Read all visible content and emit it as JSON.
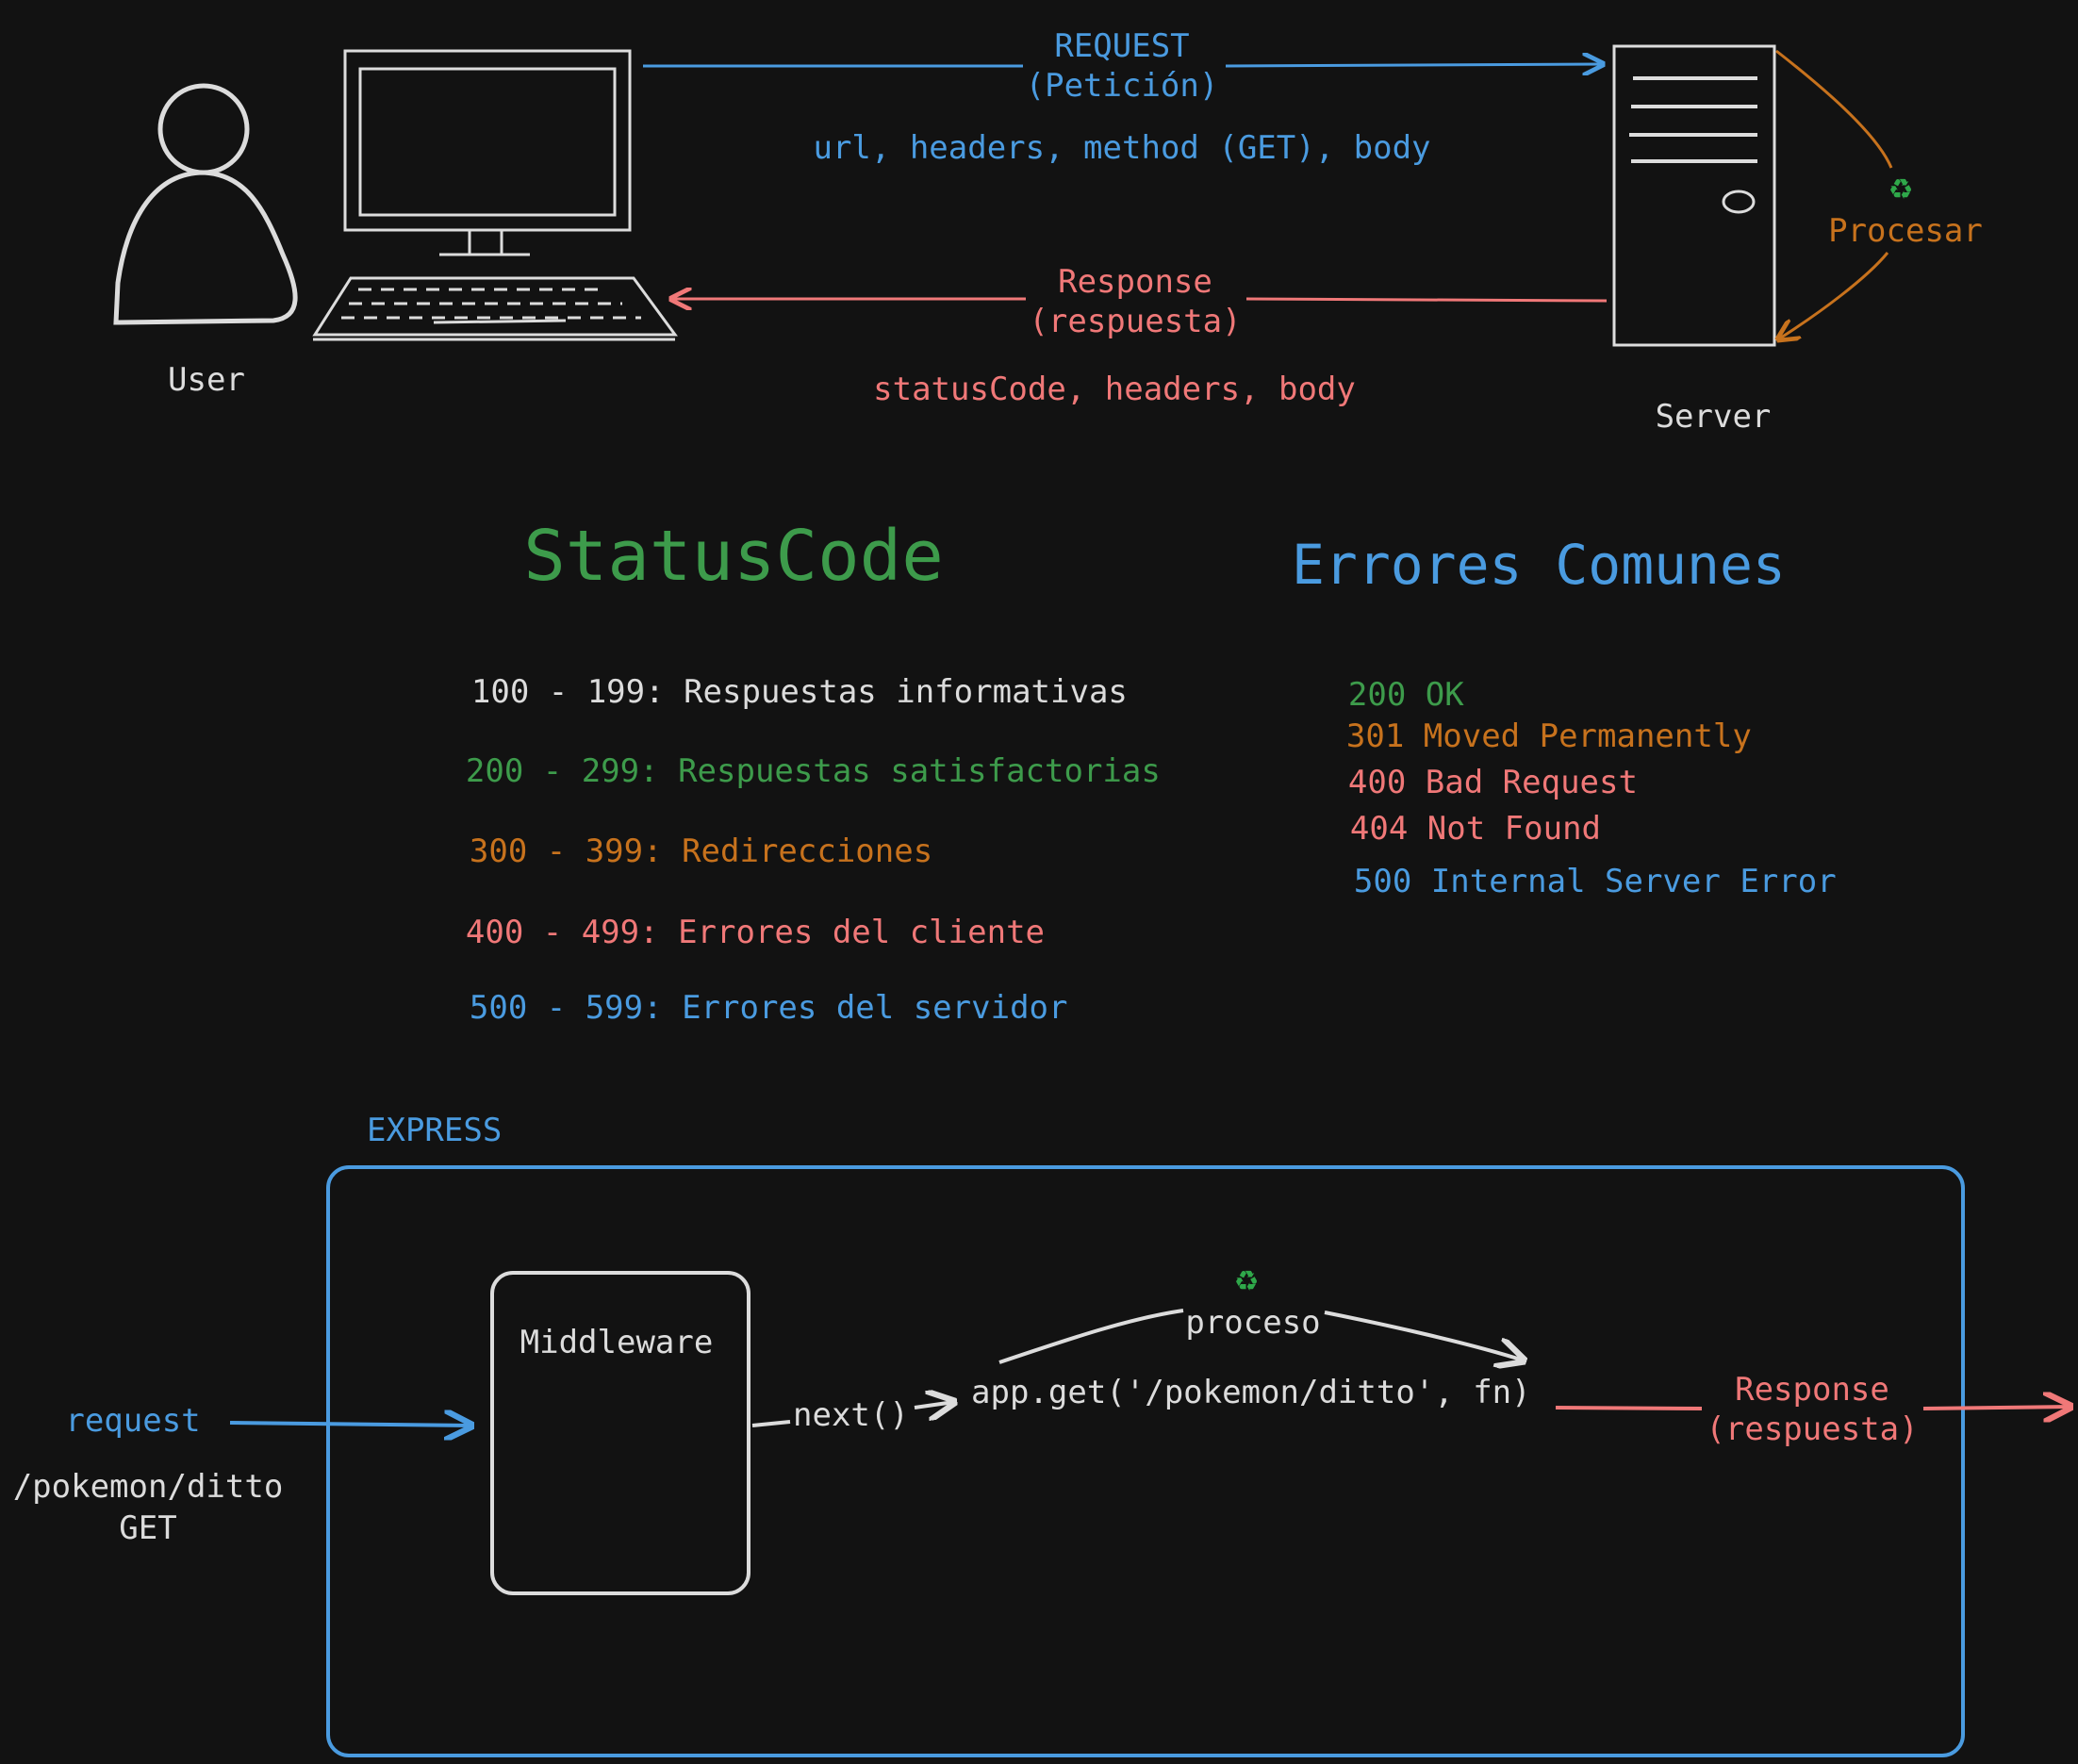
{
  "colors": {
    "background": "#121212",
    "request": "#4a9be0",
    "response": "#f07878",
    "process": "#c7721d",
    "success": "#3d9b4b",
    "neutral": "#dcdcdc"
  },
  "icons": [
    "user-icon",
    "computer-icon",
    "server-icon",
    "recycle-icon"
  ],
  "top": {
    "user_label": "User",
    "server_label": "Server",
    "request_label": "REQUEST",
    "request_sub": "(Petición)",
    "request_fields": "url, headers, method (GET), body",
    "response_label": "Response",
    "response_sub": "(respuesta)",
    "response_fields": "statusCode, headers, body",
    "process_label": "Procesar",
    "process_icon": "♻"
  },
  "status_code": {
    "title": "StatusCode",
    "ranges": [
      {
        "range": "100 - 199:",
        "text": "Respuestas informativas"
      },
      {
        "range": "200 - 299:",
        "text": "Respuestas satisfactorias"
      },
      {
        "range": "300 - 399:",
        "text": "Redirecciones"
      },
      {
        "range": "400 - 499:",
        "text": "Errores del cliente"
      },
      {
        "range": "500 - 599:",
        "text": "Errores del servidor"
      }
    ]
  },
  "common_errors": {
    "title": "Errores Comunes",
    "items": [
      {
        "code": "200",
        "text": "OK"
      },
      {
        "code": "301",
        "text": "Moved Permanently"
      },
      {
        "code": "400",
        "text": "Bad Request"
      },
      {
        "code": "404",
        "text": "Not Found"
      },
      {
        "code": "500",
        "text": "Internal Server Error"
      }
    ]
  },
  "express": {
    "title": "EXPRESS",
    "request_label": "request",
    "request_path": "/pokemon/ditto",
    "request_method": "GET",
    "middleware_label": "Middleware",
    "next_label": "next()",
    "handler_label": "app.get('/pokemon/ditto', fn)",
    "process_label": "proceso",
    "process_icon": "♻",
    "response_label": "Response",
    "response_sub": "(respuesta)"
  }
}
